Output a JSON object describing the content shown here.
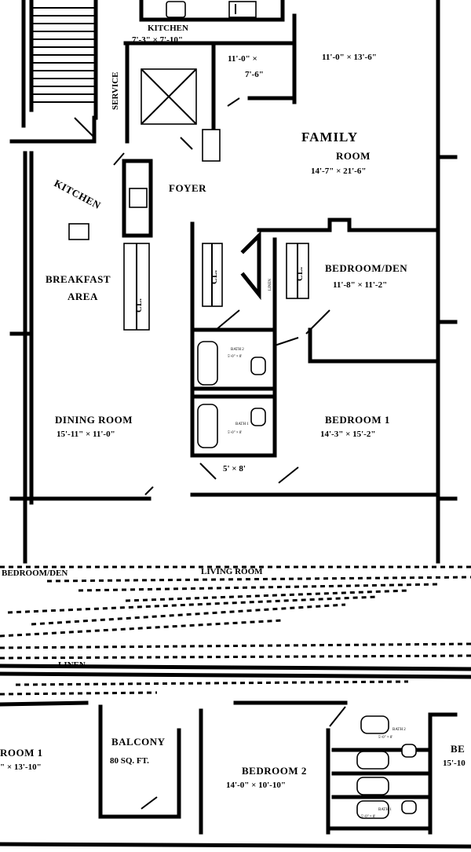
{
  "floor_plans": {
    "upper": {
      "rooms": {
        "kitchen_top": {
          "name": "KITCHEN",
          "dims": "7'-3\" × 7'-10\""
        },
        "room_11x7": {
          "dims_line1": "11'-0\" ×",
          "dims_line2": "7'-6\""
        },
        "room_11x13": {
          "dims": "11'-0\" × 13'-6\""
        },
        "service": {
          "name": "SERVICE"
        },
        "family_room": {
          "name_line1": "FAMILY",
          "name_line2": "ROOM",
          "dims": "14'-7\" × 21'-6\""
        },
        "foyer": {
          "name": "FOYER"
        },
        "kitchen_left": {
          "name": "KITCHEN"
        },
        "breakfast_area": {
          "name_line1": "BREAKFAST",
          "name_line2": "AREA"
        },
        "closet_a": {
          "name": "CL."
        },
        "closet_b": {
          "name": "CL."
        },
        "closet_c": {
          "name": "CL."
        },
        "linen": {
          "name": "LINEN"
        },
        "bedroom_den": {
          "name": "BEDROOM/DEN",
          "dims": "11'-8\" × 11'-2\""
        },
        "bath_2": {
          "name": "BATH 2",
          "dims": "5'-0\" × 8'"
        },
        "bath_1": {
          "name": "BATH 1",
          "dims": "5'-0\" × 8'"
        },
        "dining_room": {
          "name": "DINING ROOM",
          "dims": "15'-11\" × 11'-0\""
        },
        "bedroom_1": {
          "name": "BEDROOM 1",
          "dims": "14'-3\" × 15'-2\""
        },
        "small_closet": {
          "dims": "5' × 8'"
        }
      }
    },
    "lower": {
      "rooms": {
        "bedroom_den_partial": {
          "name": "BEDROOM/DEN"
        },
        "living_room_partial": {
          "name": "LIVING ROOM"
        },
        "linen_partial": {
          "name": "LINEN"
        },
        "bedroom_1_partial": {
          "name": "ROOM 1",
          "dims": "\" × 13'-10\""
        },
        "balcony": {
          "name": "BALCONY",
          "area": "80 SQ. FT."
        },
        "bedroom_2": {
          "name": "BEDROOM 2",
          "dims": "14'-0\" × 10'-10\""
        },
        "bedroom_right_partial": {
          "name": "BE",
          "dims": "15'-10"
        },
        "bath_2": {
          "name": "BATH 2",
          "dims": "5'-0\" × 8'"
        },
        "bath_1": {
          "name": "BATH 1",
          "dims": "5'-0\" × 8'"
        }
      }
    }
  }
}
